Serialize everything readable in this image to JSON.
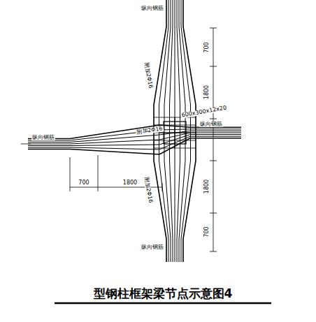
{
  "diagram": {
    "title": "型钢柱框架梁节点示意图4",
    "labels": [
      "纵向钢筋",
      "纵向钢筋",
      "纵向钢筋",
      "纵向钢筋",
      "附加2Φ16",
      "附加2Φ16",
      "附加2Φ16",
      "600x300x12x20",
      "700",
      "1800",
      "1800",
      "700",
      "700",
      "1800"
    ]
  }
}
